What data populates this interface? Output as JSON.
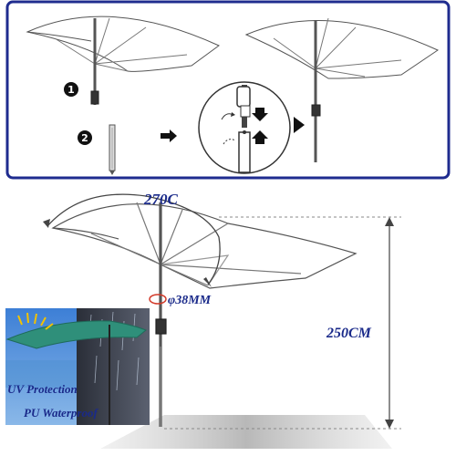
{
  "steps": [
    {
      "number": "1"
    },
    {
      "number": "2"
    }
  ],
  "dimensions": {
    "angle_label": "270C",
    "pole_diameter_label": "φ38MM",
    "height_label": "250CM"
  },
  "features": [
    {
      "label": "UV Protection"
    },
    {
      "label": "PU Waterproof"
    }
  ],
  "colors": {
    "panel_border": "#1f2c8f",
    "label_text": "#1a2a8a",
    "canopy_fill": "#ffffff",
    "inset_canopy": "#2f8f7a",
    "inset_sky": "#4a8fd8"
  },
  "icons": [
    "arrow-right-icon",
    "arrow-down-icon",
    "arrow-up-icon",
    "triangle-pointer-icon",
    "sun-icon",
    "rain-icon"
  ]
}
